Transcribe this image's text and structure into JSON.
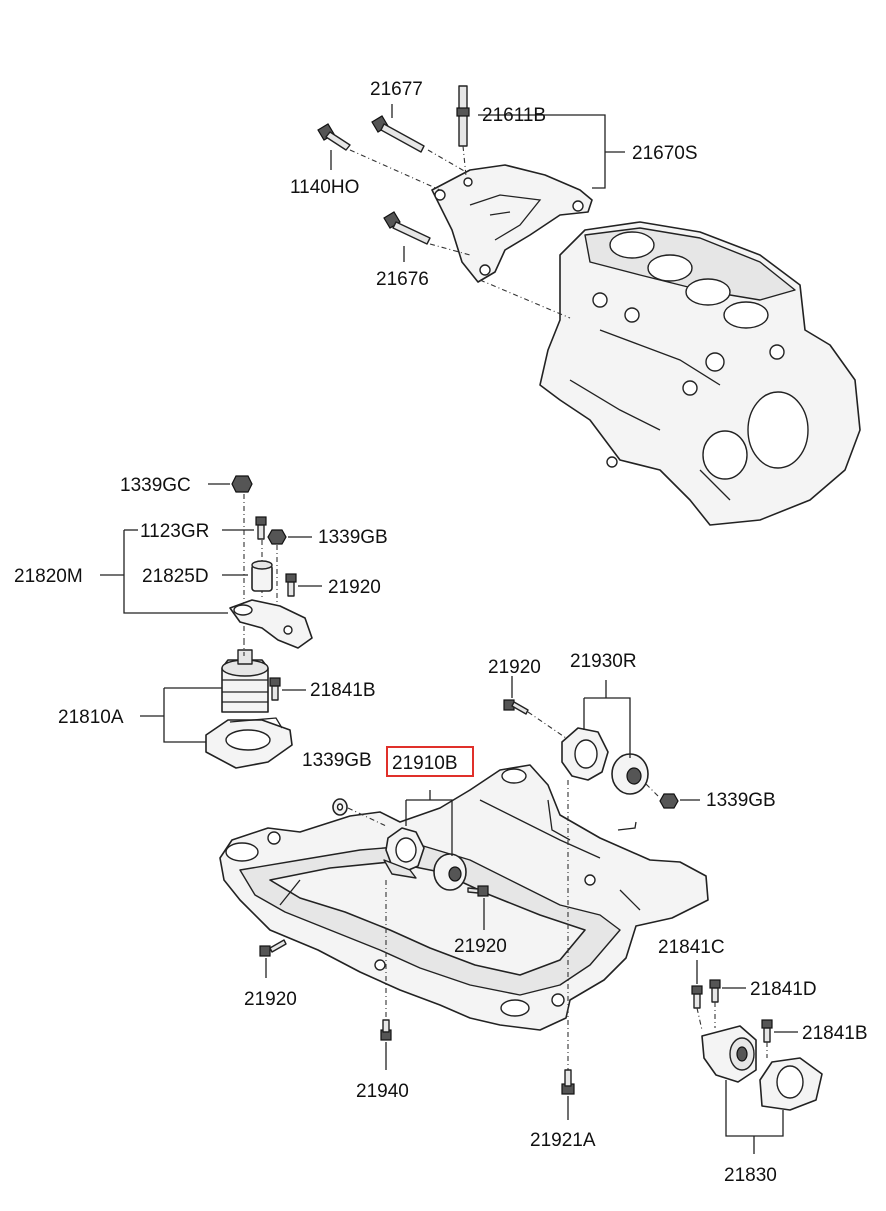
{
  "highlight_color": "#e0302a",
  "labels": {
    "p21677": "21677",
    "p21611B": "21611B",
    "p21670S": "21670S",
    "p1140HO": "1140HO",
    "p21676": "21676",
    "p1339GC": "1339GC",
    "p1123GR": "1123GR",
    "p1339GB_a": "1339GB",
    "p21820M": "21820M",
    "p21825D": "21825D",
    "p21920_a": "21920",
    "p21810A": "21810A",
    "p21841B_a": "21841B",
    "p21920_b": "21920",
    "p21930R": "21930R",
    "p1339GB_b": "1339GB",
    "p21910B": "21910B",
    "p1339GB_c": "1339GB",
    "p21920_c": "21920",
    "p21920_d": "21920",
    "p21841C": "21841C",
    "p21841D": "21841D",
    "p21841B_b": "21841B",
    "p21940": "21940",
    "p21921A": "21921A",
    "p21830": "21830"
  }
}
